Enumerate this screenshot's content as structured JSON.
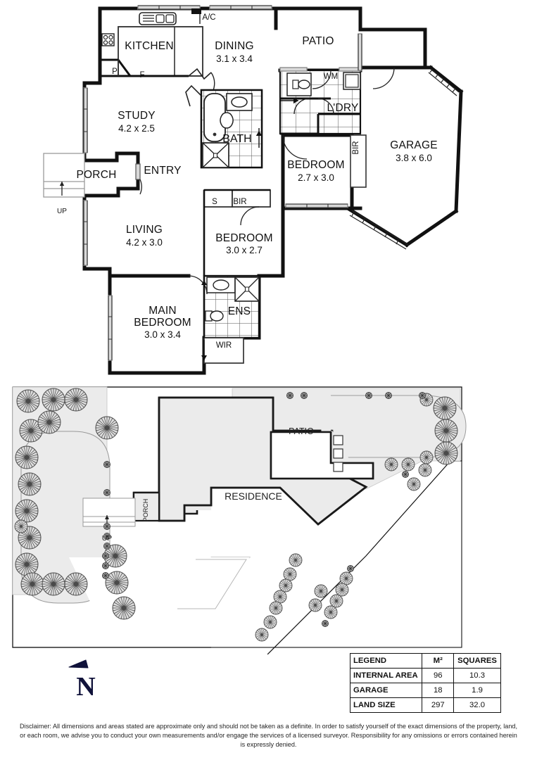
{
  "document": {
    "type": "real-estate-floor-plan",
    "sections": [
      "floor-plan",
      "site-plan",
      "legend",
      "compass",
      "disclaimer"
    ]
  },
  "floor_plan": {
    "rooms": [
      {
        "key": "kitchen",
        "name": "KITCHEN",
        "dim": ""
      },
      {
        "key": "dining",
        "name": "DINING",
        "dim": "3.1 x 3.4"
      },
      {
        "key": "patio",
        "name": "PATIO",
        "dim": ""
      },
      {
        "key": "study",
        "name": "STUDY",
        "dim": "4.2 x 2.5"
      },
      {
        "key": "bath",
        "name": "BATH",
        "dim": ""
      },
      {
        "key": "laundry",
        "name": "L'DRY",
        "dim": ""
      },
      {
        "key": "garage",
        "name": "GARAGE",
        "dim": "3.8 x 6.0"
      },
      {
        "key": "bedroom2",
        "name": "BEDROOM",
        "dim": "2.7 x 3.0"
      },
      {
        "key": "entry",
        "name": "ENTRY",
        "dim": ""
      },
      {
        "key": "porch",
        "name": "PORCH",
        "dim": ""
      },
      {
        "key": "living",
        "name": "LIVING",
        "dim": "4.2 x 3.0"
      },
      {
        "key": "bedroom3",
        "name": "BEDROOM",
        "dim": "3.0 x 2.7"
      },
      {
        "key": "main_bedroom",
        "name": "MAIN",
        "dim": ""
      },
      {
        "key": "main_bedroom2",
        "name": "BEDROOM",
        "dim": "3.0 x 3.4"
      },
      {
        "key": "ens",
        "name": "ENS",
        "dim": ""
      }
    ],
    "annotations": {
      "ac": "A/C",
      "pantry": "P",
      "fridge": "F",
      "washing_machine": "WM",
      "bir_garage": "BIR",
      "linen_s": "S",
      "bir_bed3": "BIR",
      "wir": "WIR",
      "up": "UP"
    }
  },
  "site_plan": {
    "labels": {
      "residence": "RESIDENCE",
      "patio": "PATIO",
      "porch": "PORCH",
      "up": "UP"
    }
  },
  "legend": {
    "headers": [
      "LEGEND",
      "M²",
      "SQUARES"
    ],
    "rows": [
      {
        "label": "INTERNAL AREA",
        "m2": "96",
        "squares": "10.3"
      },
      {
        "label": "GARAGE",
        "m2": "18",
        "squares": "1.9"
      },
      {
        "label": "LAND SIZE",
        "m2": "297",
        "squares": "32.0"
      }
    ]
  },
  "compass": {
    "north_label": "N"
  },
  "disclaimer": {
    "text": "Disclaimer: All dimensions and areas stated are approximate only and should not be taken as a definite. In order to satisfy yourself of the exact dimensions of the property, land, or each room, we advise you to conduct your own measurements and/or engage the services of a licensed surveyor. Responsibility for any omissions or errors contained herein is expressly denied."
  },
  "colors": {
    "wall": "#111111",
    "thin_line": "#444444",
    "site_fill": "#ebebeb",
    "tree_fill": "#e2e2e2",
    "compass": "#10123a",
    "text": "#111111"
  }
}
